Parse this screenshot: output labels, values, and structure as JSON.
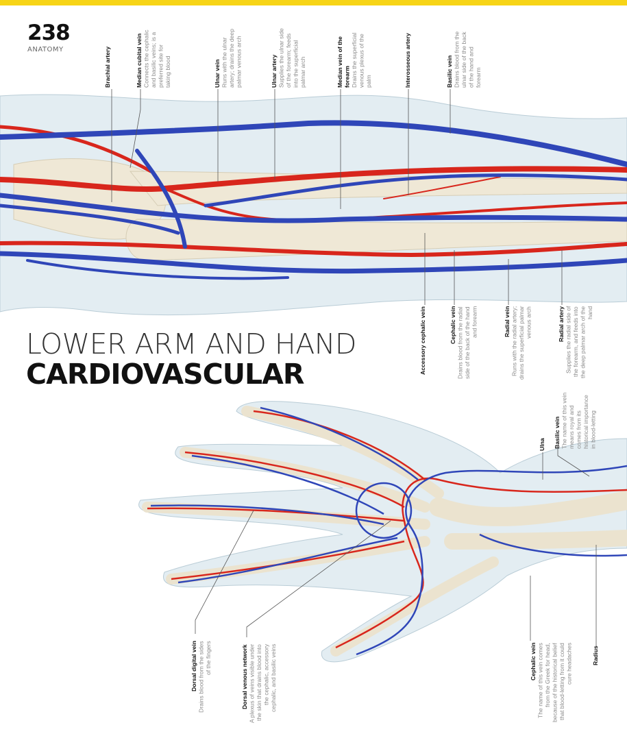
{
  "page": {
    "number": "238",
    "section": "ANATOMY",
    "title_line1": "LOWER ARM AND HAND",
    "title_line2": "CARDIOVASCULAR",
    "accent": "#f7d417"
  },
  "colors": {
    "artery": "#d8261c",
    "vein": "#2f46b8",
    "bone": "#efe8d6",
    "skin": "#dfeaf0"
  },
  "forearm_labels": [
    {
      "title": "Brachial artery",
      "text": ""
    },
    {
      "title": "Median cubital vein",
      "text": "Connects the cephalic and basilic veins; is a preferred site for taking blood"
    },
    {
      "title": "Ulnar vein",
      "text": "Runs with the ulnar artery; drains the deep palmar venous arch"
    },
    {
      "title": "Ulnar artery",
      "text": "Supplies the ulnar side of the forearm; feeds into the superficial palmar arch"
    },
    {
      "title": "Median vein of the forearm",
      "text": "Drains the superficial venous plexus of the palm"
    },
    {
      "title": "Interosseous artery",
      "text": ""
    },
    {
      "title": "Basilic vein",
      "text": "Drains blood from the ulnar side of the back of the hand and forearm"
    },
    {
      "title": "Accessory cephalic vein",
      "text": ""
    },
    {
      "title": "Cephalic vein",
      "text": "Drains blood from the radial side of the back of the hand and forearm"
    },
    {
      "title": "Radial vein",
      "text": "Runs with the radial artery; drains the superficial palmar venous arch"
    },
    {
      "title": "Radial artery",
      "text": "Supplies the radial side of the forearm, and feeds into the deep palmar arch of the hand"
    }
  ],
  "hand_labels": [
    {
      "title": "Ulna",
      "text": ""
    },
    {
      "title": "Basilic vein",
      "text": "The name of this vein means royal and comes from its historical importance in blood-letting"
    },
    {
      "title": "Dorsal digital vein",
      "text": "Drains blood from the sides of the fingers"
    },
    {
      "title": "Dorsal venous network",
      "text": "A plexus of veins visible under the skin that drains blood into the cephalic, accessory cephalic, and basilic veins"
    },
    {
      "title": "Cephalic vein",
      "text": "The name of this vein comes from the Greek for head, because of the historical belief that blood-letting from it could cure headaches"
    },
    {
      "title": "Radius",
      "text": ""
    }
  ]
}
